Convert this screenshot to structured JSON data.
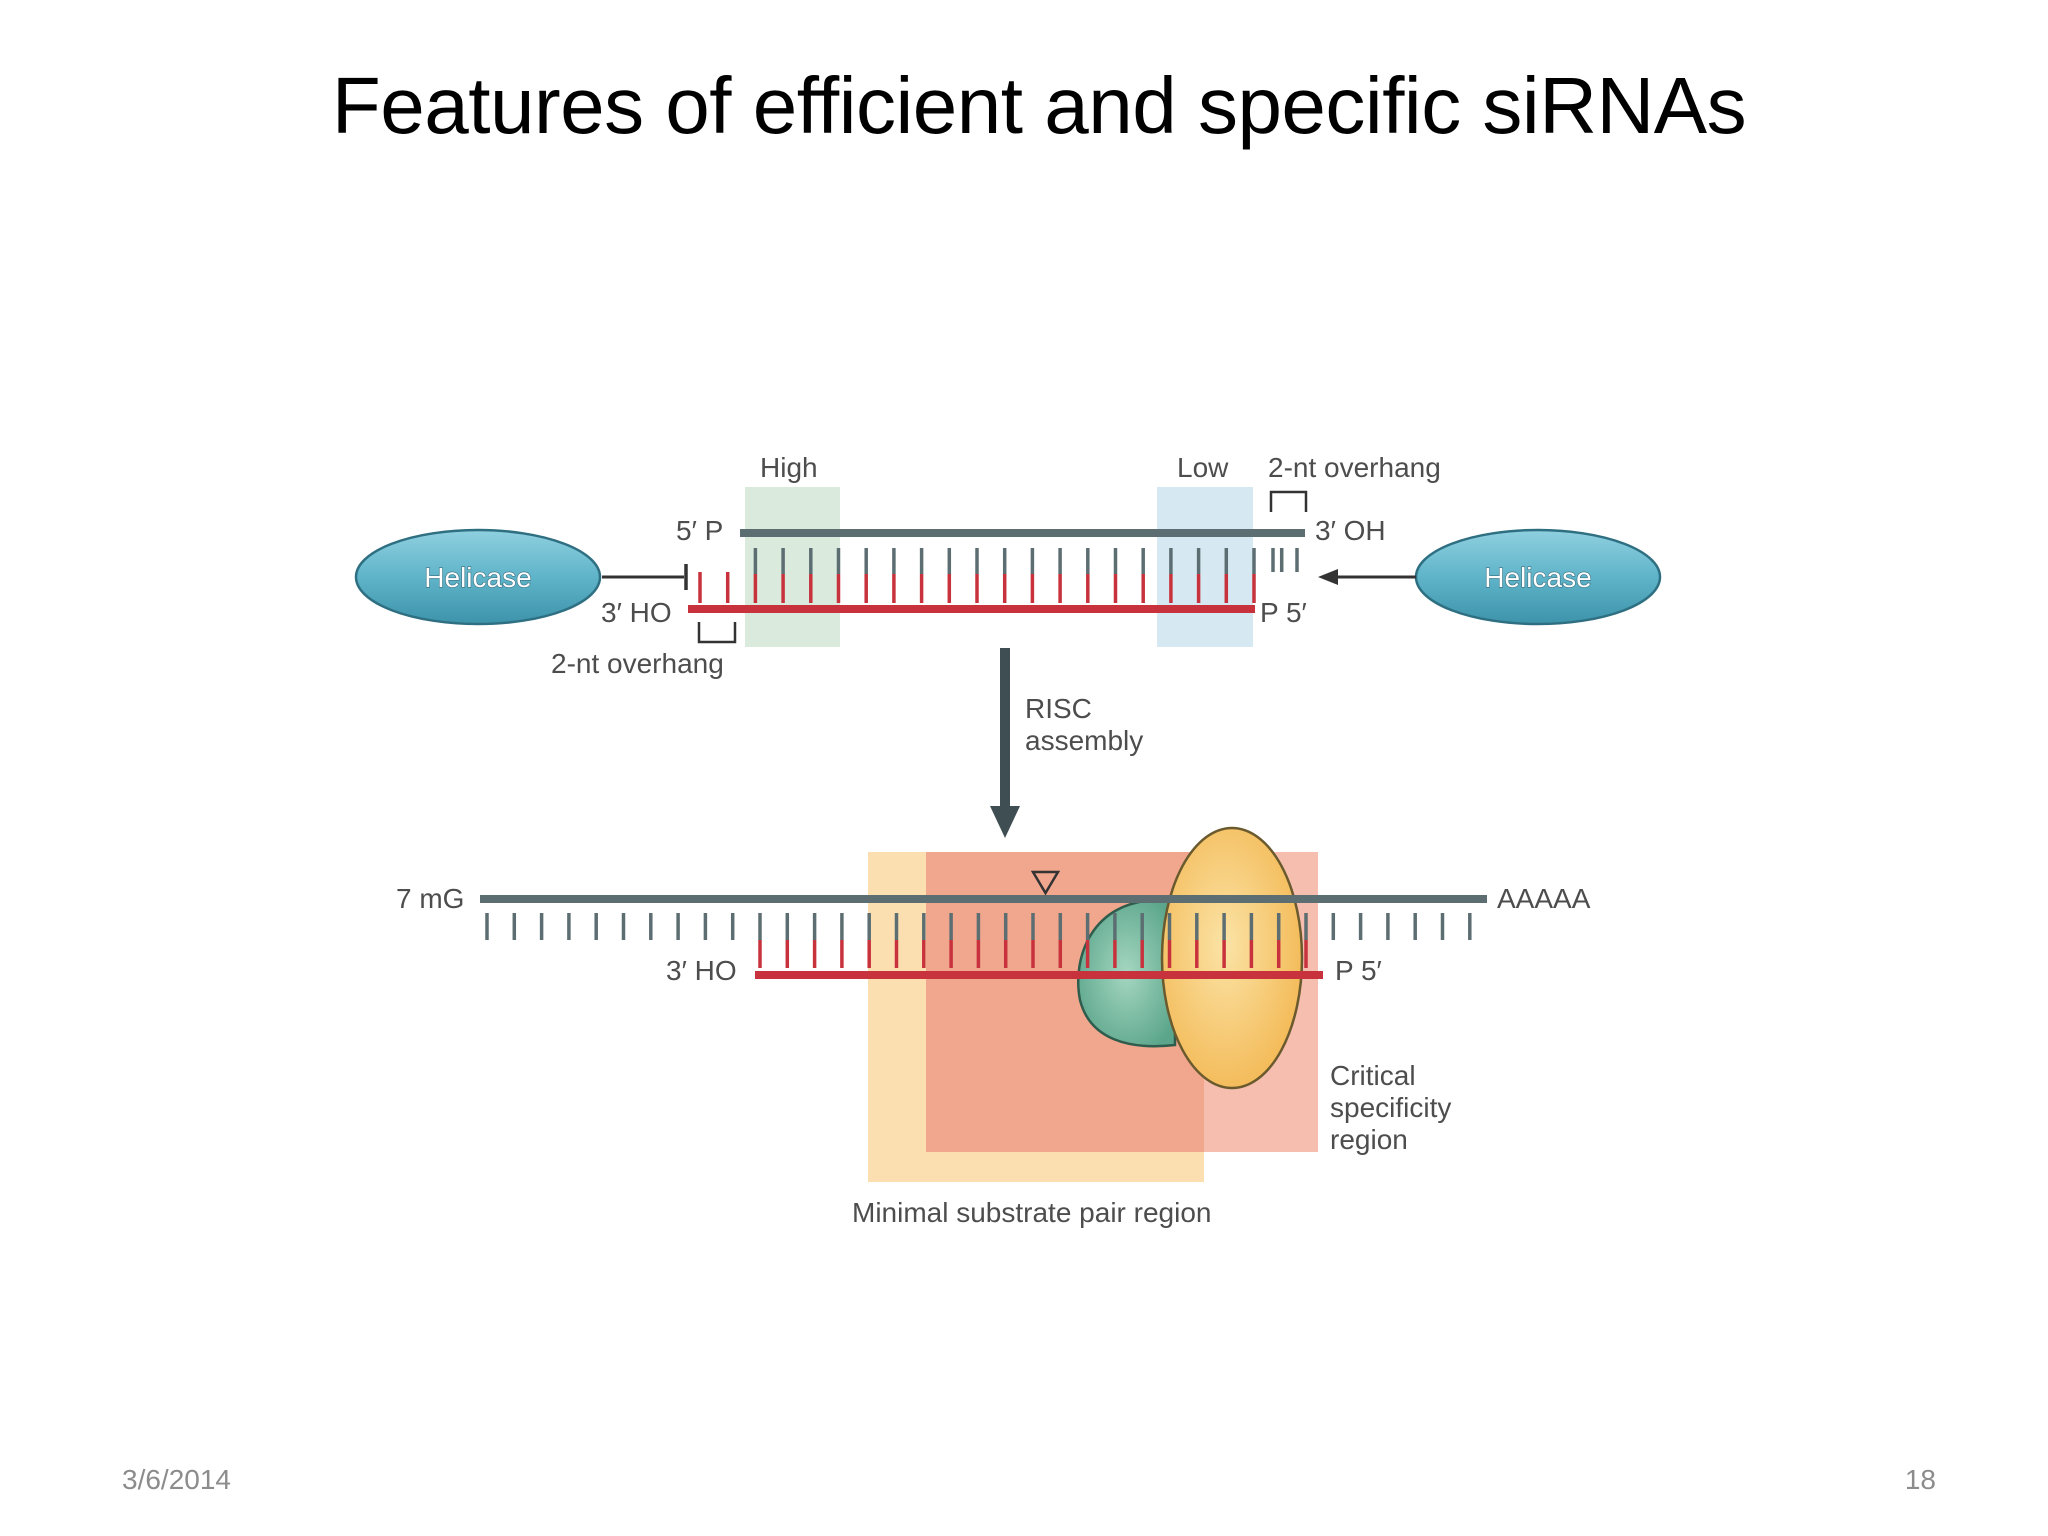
{
  "slide": {
    "title": "Features of efficient and specific siRNAs",
    "date": "3/6/2014",
    "page_number": "18"
  },
  "diagram": {
    "labels": {
      "high": "High",
      "low": "Low",
      "overhang_top": "2-nt overhang",
      "overhang_bottom": "2-nt overhang",
      "five_p": "5′ P",
      "three_oh": "3′ OH",
      "three_ho_top": "3′ HO",
      "p_five_top": "P 5′",
      "helicase_left": "Helicase",
      "helicase_right": "Helicase",
      "risc_line1": "RISC",
      "risc_line2": "assembly",
      "seven_mg": "7 mG",
      "aaaaa": "AAAAA",
      "three_ho_bottom": "3′ HO",
      "p_five_bottom": "P 5′",
      "critical_line1": "Critical",
      "critical_line2": "specificity",
      "critical_line3": "region",
      "minimal": "Minimal substrate pair region"
    },
    "colors": {
      "sense_strand": "#5d6e72",
      "antisense_strand": "#c8323c",
      "helicase_fill": "#5fb4c9",
      "high_region": "#cfe5d4",
      "low_region": "#cfe4ee",
      "minimal_region": "#fbdcaa",
      "critical_region": "#f0a28c",
      "risc_green": "#7ec2a8",
      "risc_yellow": "#f6c66a"
    }
  }
}
